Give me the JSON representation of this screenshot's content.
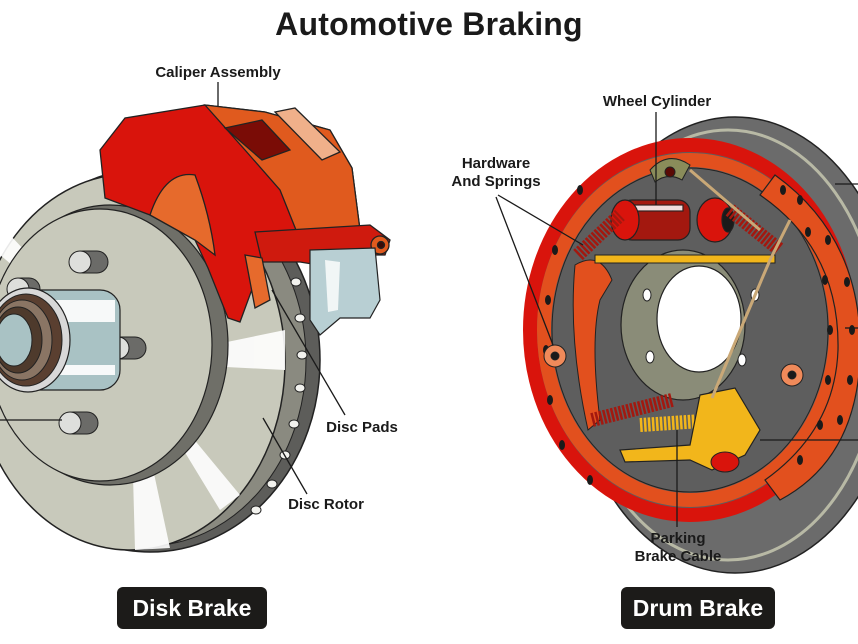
{
  "title": "Automotive Braking",
  "disk_brake": {
    "badge": "Disk Brake",
    "labels": {
      "caliper_assembly": "Caliper Assembly",
      "disc_pads": "Disc Pads",
      "disc_rotor": "Disc Rotor"
    }
  },
  "drum_brake": {
    "badge": "Drum Brake",
    "labels": {
      "wheel_cylinder": "Wheel Cylinder",
      "hardware_line1": "Hardware",
      "hardware_line2": "And Springs",
      "parking_line1": "Parking",
      "parking_line2": "Brake Cable"
    }
  },
  "colors": {
    "caliper_red": "#d9140c",
    "caliper_orange": "#e05a1e",
    "rotor_gray": "#c8c9bb",
    "rotor_dark": "#5d5d5a",
    "hub_blue": "#a9c2c4",
    "drum_gray": "#6b6b6b",
    "shoe_orange": "#e2501e",
    "spring_red": "#a3180f",
    "lever_yellow": "#f2b61b",
    "backing_olive": "#8a8c78",
    "badge_bg": "#1c1b19"
  }
}
